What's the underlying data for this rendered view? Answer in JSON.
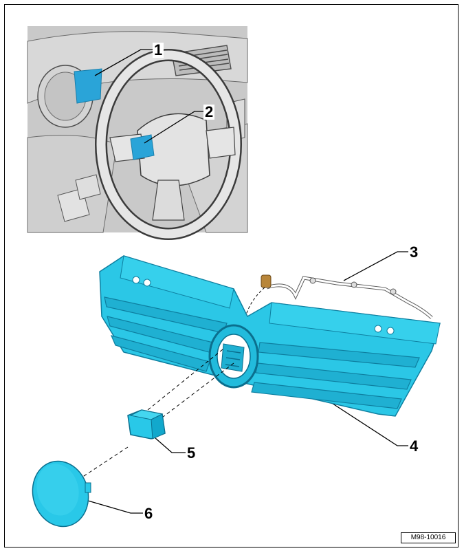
{
  "figure": {
    "callouts": [
      "1",
      "2",
      "3",
      "4",
      "5",
      "6"
    ],
    "document_id": "M98-10016"
  },
  "colors": {
    "part_fill": "#29c8e8",
    "part_shade": "#12a8cc",
    "part_dark": "#0b86a8",
    "highlight_blue": "#2aa4d8",
    "interior_background": "#c8c8c8",
    "interior_lines": "#505050",
    "wire": "#ffffff",
    "connector": "#b8863a"
  },
  "icons": [
    "steering-wheel",
    "instrument-cluster",
    "radiator-grille",
    "emblem-bracket",
    "cover-cap",
    "wiring-harness"
  ]
}
